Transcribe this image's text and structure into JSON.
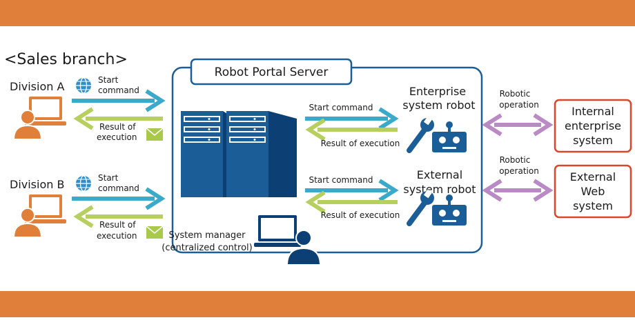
{
  "header_label": "<Sales branch>",
  "divisions": [
    {
      "name": "Division A",
      "start_label_1": "Start",
      "start_label_2": "command",
      "result_label_1": "Result of",
      "result_label_2": "execution"
    },
    {
      "name": "Division B",
      "start_label_1": "Start",
      "start_label_2": "command",
      "result_label_1": "Result of",
      "result_label_2": "execution"
    }
  ],
  "server": {
    "title": "Robot Portal Server"
  },
  "robots": [
    {
      "name_1": "Enterprise",
      "name_2": "system robot",
      "start_label": "Start command",
      "result_label": "Result of execution",
      "op_label_1": "Robotic",
      "op_label_2": "operation"
    },
    {
      "name_1": "External",
      "name_2": "system robot",
      "start_label": "Start command",
      "result_label": "Result of execution",
      "op_label_1": "Robotic",
      "op_label_2": "operation"
    }
  ],
  "targets": [
    {
      "line_1": "Internal",
      "line_2": "enterprise",
      "line_3": "system"
    },
    {
      "line_1": "External",
      "line_2": "Web",
      "line_3": "system"
    }
  ],
  "manager": {
    "line_1": "System manager",
    "line_2": "(centralized control)"
  },
  "colors": {
    "band": "#e07f3a",
    "blue_arrow": "#3ba9c9",
    "green_arrow": "#b6cf5f",
    "purple_arrow": "#b98ac4",
    "server_blue": "#1b5d96",
    "navy": "#0c3f73",
    "orange": "#e07f3a",
    "red_border": "#d9472b",
    "globe": "#2f8fc7",
    "mail": "#a9c94a"
  }
}
